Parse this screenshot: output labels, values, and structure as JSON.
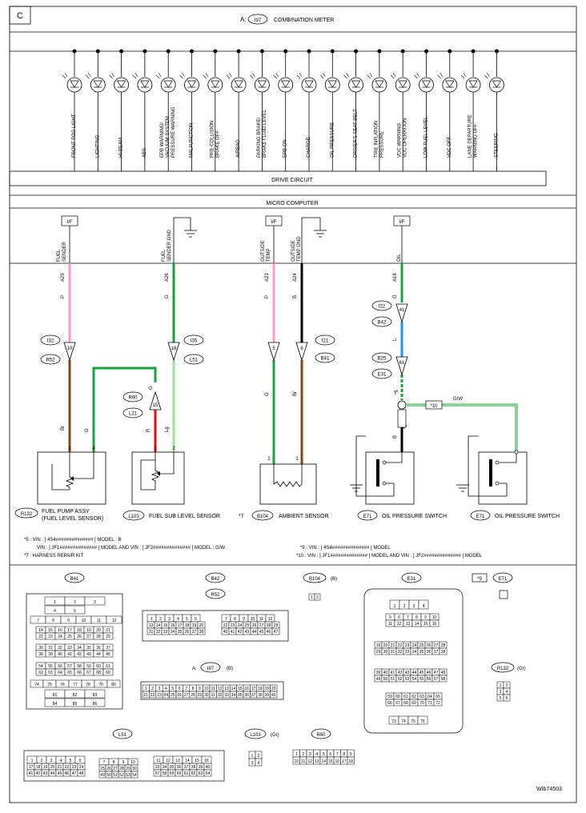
{
  "section_letter": "C",
  "header": {
    "prefix": "A:",
    "connector": "I97",
    "title": "COMBINATION METER"
  },
  "indicators": [
    "FRONT FOG LIGHT",
    "LIGHTING",
    "HI-BEAM",
    "ABS",
    "EPB WARNING/|VACUUM SYSTEM|PRESSURE WARNING",
    "MALFUNCTION",
    "PRE-COLLISION|BRAKE OFF",
    "AIRBAG",
    "PARKING BRAKE/|BRAKE FLUID LEVEL",
    "EPB ON",
    "CHARGE",
    "OIL PRESSURE",
    "DRIVER'S SEAT BELT",
    "TIRE INFLATION|PRESSURE",
    "VDC WARNING|VDC OPERATION",
    "LOW FUEL LEVEL",
    "VDC OFF",
    "LANE DEPARTURE|WARNING OFF",
    "STEERING"
  ],
  "drive_circuit": "DRIVE CIRCUIT",
  "micro_computer": "MICRO COMPUTER",
  "interface_label": "I/F",
  "signals": {
    "fuel_sender": "FUEL|SENDER",
    "fuel_sender_gnd": "FUEL|SENDER GND",
    "outside_temp": "OUTSIDE|TEMP",
    "outside_temp_gnd": "OUTSIDE|TEMP GND",
    "oil": "OIL"
  },
  "pins": {
    "a25": "A25",
    "a26": "A26",
    "a23": "A23",
    "a24": "A24",
    "a18": "A18"
  },
  "wire_colors": {
    "p": "P",
    "g": "G",
    "b": "B",
    "l": "L",
    "br": "Br",
    "r": "R",
    "lg": "Lg",
    "gw": "G/W"
  },
  "connectors": {
    "i32": "I32",
    "r52": "R52",
    "i35": "I35",
    "l51": "L51",
    "r60": "R60",
    "l21": "L21",
    "i21": "I21",
    "b41": "B41",
    "i22": "I22",
    "b42": "B42",
    "b25": "B25",
    "e31": "E31"
  },
  "connector_pins": {
    "p10": "10",
    "p18": "18",
    "p15": "15",
    "p5": "5",
    "p6": "6",
    "p41": "41",
    "p61": "61",
    "p9": "*9",
    "ast5": "*5",
    "ast10": "*10"
  },
  "terminals": {
    "one": "1",
    "two": "2",
    "four": "4"
  },
  "components": {
    "fuel_pump": {
      "conn": "R132",
      "label": "FUEL PUMP ASSY",
      "sub": "(FUEL LEVEL SENSOR)"
    },
    "fuel_sub": {
      "conn": "L103",
      "label": "FUEL SUB LEVEL SENSOR"
    },
    "ambient": {
      "prefix": "*7",
      "conn": "B104",
      "label": "AMBIENT SENSOR"
    },
    "oil1": {
      "conn": "E71",
      "label": "OIL PRESSURE SWITCH"
    },
    "oil2": {
      "conn": "E71",
      "label": "OIL PRESSURE SWITCH"
    }
  },
  "notes": [
    "*5  : VIN : ] 4S4############## [ MODEL : B",
    "VIN : ] JF1############## [ MODEL AND VIN : ] JF2############## [ MODEL : G/W",
    "*9  : VIN : ] 4S4############## [ MODEL",
    "*7  : HARNESS REPAIR KIT",
    "*10 : VIN : ] JF1############## [ MODEL AND VIN : ] JF2############## [ MODEL"
  ],
  "bottom": {
    "b41": "B41",
    "b42": "B42",
    "r52": "R52",
    "b104": "B104",
    "b104_suffix": "(B)",
    "e31": "E31",
    "ast9": "*9",
    "e71": "E71",
    "i97_prefix": "A:",
    "i97": "I97",
    "i97_suffix": "(B)",
    "r132": "R132",
    "r132_suffix": "(Gr)",
    "l51": "L51",
    "l103": "L103",
    "l103_suffix": "(Gr)",
    "r60": "R60"
  },
  "figure_id": "WIb74503"
}
